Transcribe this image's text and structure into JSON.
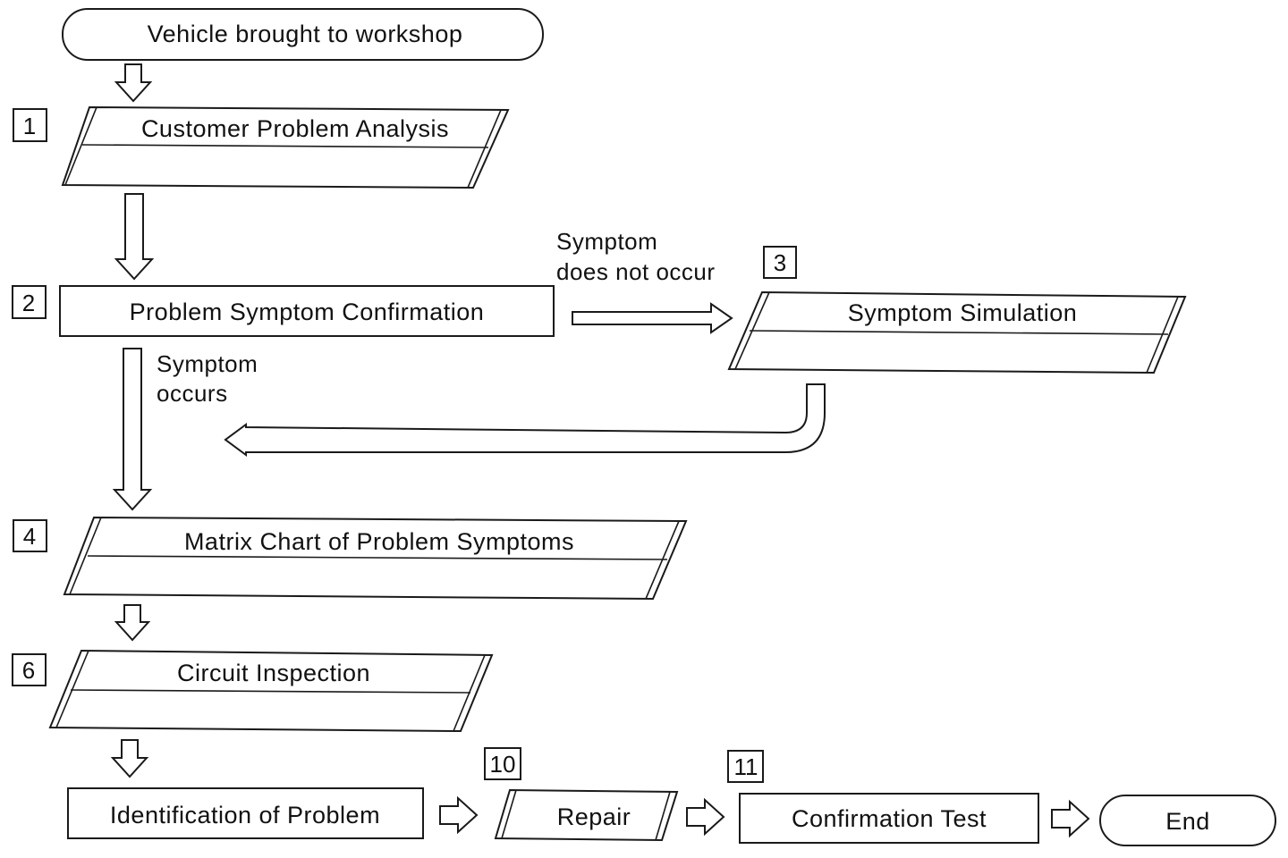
{
  "start": {
    "label": "Vehicle brought to workshop"
  },
  "steps": {
    "customer_problem_analysis": {
      "number": "1",
      "label": "Customer Problem Analysis"
    },
    "problem_symptom_confirmation": {
      "number": "2",
      "label": "Problem Symptom Confirmation"
    },
    "symptom_simulation": {
      "number": "3",
      "label": "Symptom Simulation"
    },
    "matrix_chart": {
      "number": "4",
      "label": "Matrix Chart of Problem Symptoms"
    },
    "circuit_inspection": {
      "number": "6",
      "label": "Circuit Inspection"
    },
    "identification": {
      "label": "Identification of Problem"
    },
    "repair": {
      "number": "10",
      "label": "Repair"
    },
    "confirmation_test": {
      "number": "11",
      "label": "Confirmation Test"
    }
  },
  "end": {
    "label": "End"
  },
  "notes": {
    "symptom_not_occur": {
      "line1": "Symptom",
      "line2": "does not occur"
    },
    "symptom_occurs": {
      "line1": "Symptom",
      "line2": "occurs"
    }
  }
}
